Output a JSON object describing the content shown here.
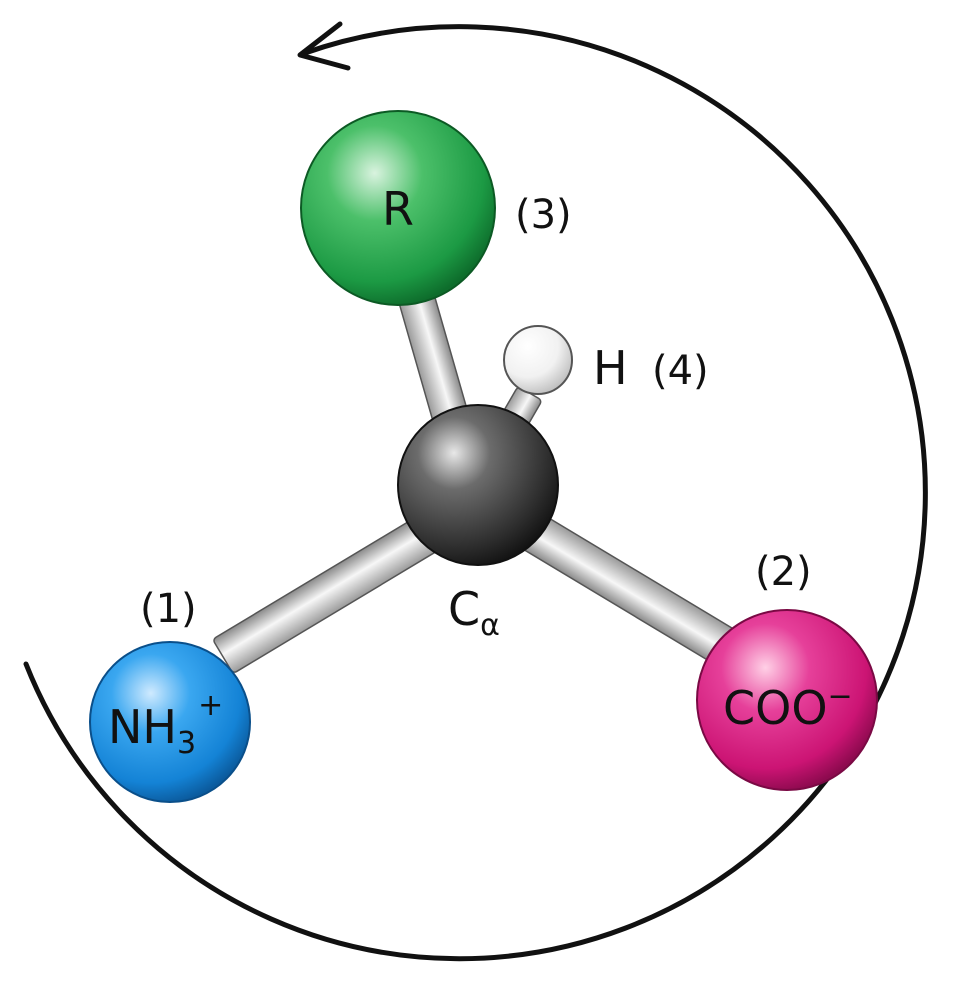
{
  "molecule": {
    "center": {
      "label": "C",
      "subscript": "α",
      "color": "#3a3a3a"
    },
    "groups": [
      {
        "id": "r",
        "label": "R",
        "priority": "(3)",
        "color": "#1fa04a"
      },
      {
        "id": "h",
        "label": "H",
        "priority": "(4)",
        "color": "#f2f2f2"
      },
      {
        "id": "coo",
        "label": "COO",
        "superscript": "−",
        "priority": "(2)",
        "color": "#d6197a"
      },
      {
        "id": "nh3",
        "label": "NH",
        "subscript": "3",
        "superscript": "+",
        "priority": "(1)",
        "color": "#1a8fe0"
      }
    ]
  },
  "rotation_arrow": {
    "direction": "counterclockwise"
  }
}
